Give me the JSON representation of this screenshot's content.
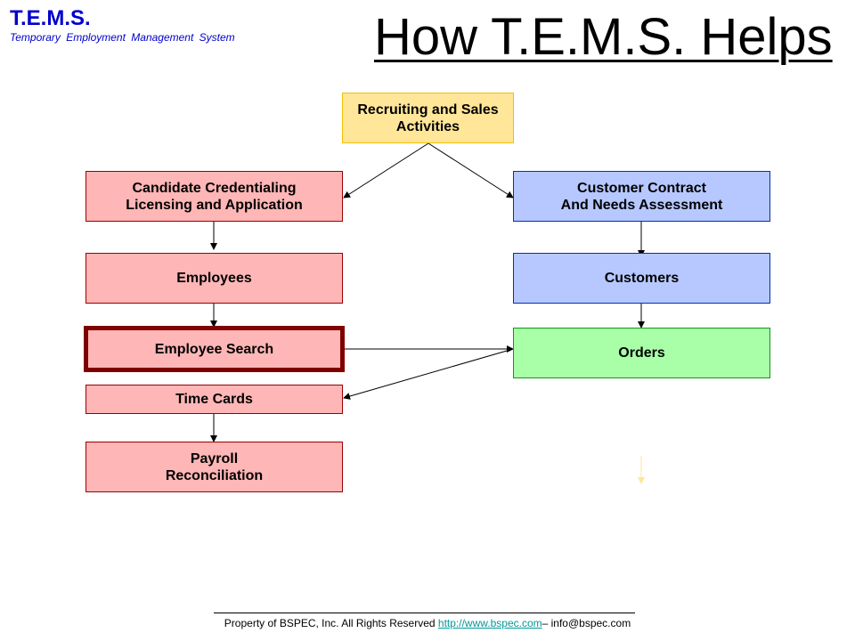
{
  "header": {
    "brand_title": "T.E.M.S.",
    "brand_subtitle": "Temporary Employment Management System",
    "page_title": "How T.E.M.S. Helps"
  },
  "colors": {
    "brand": "#0000cc",
    "recruiting_fill": "#ffe699",
    "candidate_fill": "#ffb6b6",
    "customer_fill": "#b6c8ff",
    "orders_fill": "#a8ffa8",
    "highlight_border": "#7f0000",
    "link": "#009999"
  },
  "diagram": {
    "nodes": {
      "recruiting": "Recruiting and Sales\nActivities",
      "candidate": "Candidate Credentialing\nLicensing and Application",
      "employees": "Employees",
      "employee_search": "Employee Search",
      "time_cards": "Time Cards",
      "payroll": "Payroll\nReconciliation",
      "customer_contract": "Customer Contract\nAnd Needs Assessment",
      "customers": "Customers",
      "orders": "Orders"
    },
    "edges": [
      [
        "recruiting",
        "candidate"
      ],
      [
        "recruiting",
        "customer_contract"
      ],
      [
        "candidate",
        "employees"
      ],
      [
        "employees",
        "employee_search"
      ],
      [
        "employee_search",
        "orders"
      ],
      [
        "orders",
        "time_cards"
      ],
      [
        "time_cards",
        "payroll"
      ],
      [
        "customer_contract",
        "customers"
      ],
      [
        "customers",
        "orders"
      ]
    ]
  },
  "footer": {
    "text": "Property of BSPEC, Inc. All Rights Reserved ",
    "link": "http://www.bspec.com",
    "contact": "– info@bspec.com"
  }
}
